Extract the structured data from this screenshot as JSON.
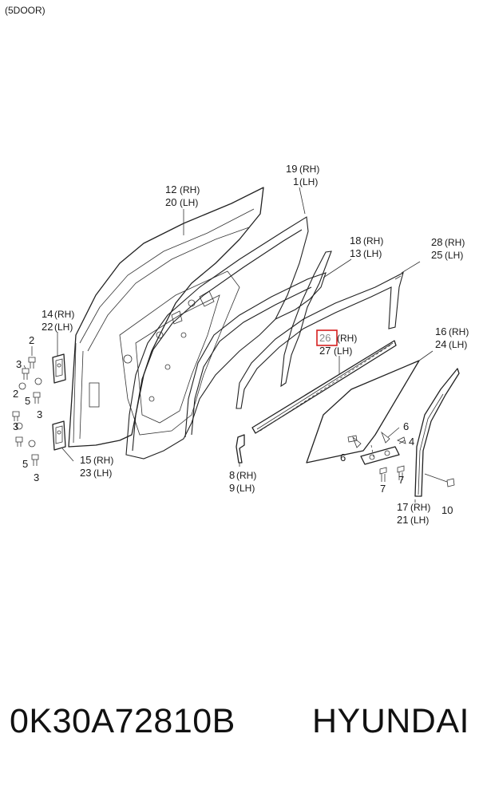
{
  "header": {
    "variant": "(5DOOR)"
  },
  "labels": {
    "l12": "12",
    "l20": "20",
    "l19": "19",
    "l1": "1",
    "l18": "18",
    "l13": "13",
    "l28": "28",
    "l25": "25",
    "l14": "14",
    "l22": "22",
    "l26": "26",
    "l27": "27",
    "l16": "16",
    "l24": "24",
    "l15": "15",
    "l23": "23",
    "l8": "8",
    "l9": "9",
    "l17": "17",
    "l21": "21",
    "l2a": "2",
    "l3a": "3",
    "l2b": "2",
    "l5a": "5",
    "l3b": "3",
    "l3c": "3",
    "l5b": "5",
    "l3d": "3",
    "l6a": "6",
    "l4": "4",
    "l6b": "6",
    "l7a": "7",
    "l7b": "7",
    "l10": "10"
  },
  "sides": {
    "rh": "(RH)",
    "lh": "(LH)"
  },
  "highlighted_part": "26",
  "footer": {
    "part_number": "0K30A72810B",
    "brand": "HYUNDAI"
  },
  "colors": {
    "highlight": "#d62020"
  }
}
